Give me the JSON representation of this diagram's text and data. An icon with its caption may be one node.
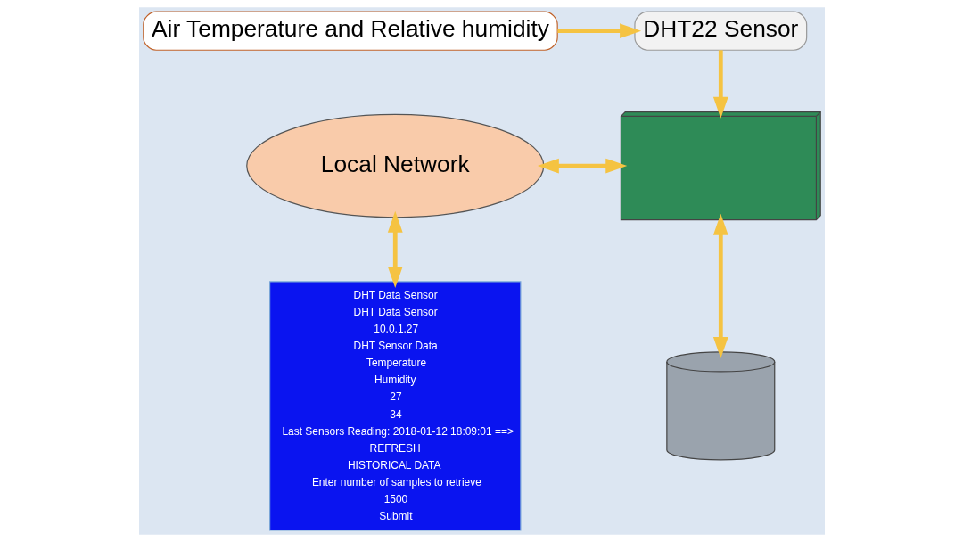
{
  "diagram": {
    "nodes": [
      {
        "text": [
          "DHT22 Sensor"
        ]
      },
      {
        "text": [
          "Air Temperature and Relative humidity"
        ]
      },
      {
        "text": [
          "Local Network"
        ]
      },
      {
        "text": [],
        "shape": "picture"
      },
      {
        "text": [
          "DHT Data Sensor",
          "DHT Data Sensor",
          "10.0.1.27",
          "DHT Sensor Data",
          "Temperature",
          "Humidity",
          "27",
          "34",
          "Last Sensors Reading: 2018-01-12 18:09:01 ==>",
          "REFRESH",
          "HISTORICAL DATA",
          "Enter number of samples to retrieve",
          "1500",
          "Submit"
        ]
      },
      {
        "text": [],
        "shape": "cylinder"
      }
    ],
    "edges": [
      {
        "from": 1,
        "to": 0,
        "arrow": "to"
      },
      {
        "from": 0,
        "to": 3,
        "arrow": "to"
      },
      {
        "from": 2,
        "to": 3,
        "arrow": "both"
      },
      {
        "from": 2,
        "to": 4,
        "arrow": "both"
      },
      {
        "from": 3,
        "to": 5,
        "arrow": "both"
      }
    ]
  }
}
